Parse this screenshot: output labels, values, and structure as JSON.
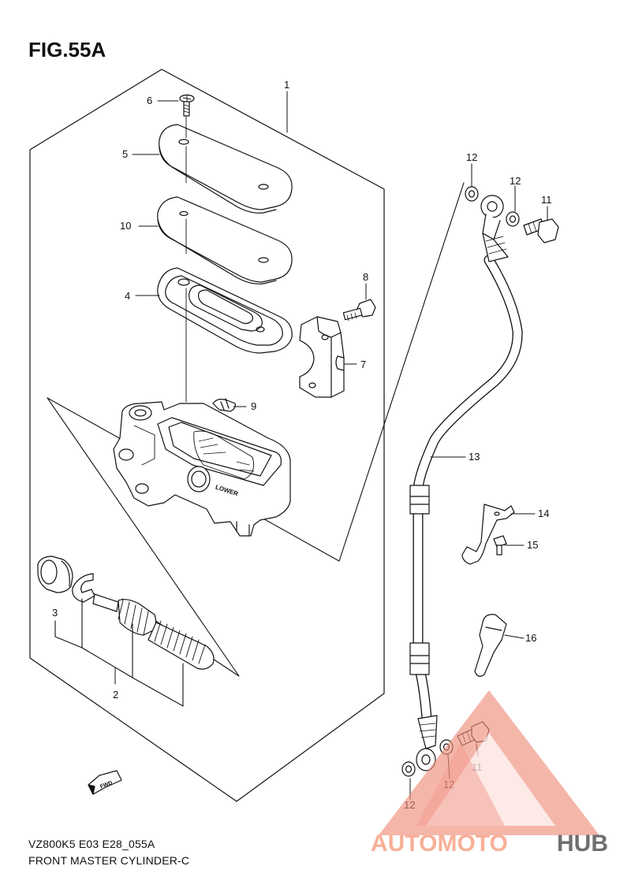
{
  "figure": {
    "title": "FIG.55A",
    "code": "VZ800K5 E03 E28_055A",
    "name": "FRONT MASTER CYLINDER-C"
  },
  "callouts": {
    "c1": "1",
    "c2": "2",
    "c3": "3",
    "c4": "4",
    "c5": "5",
    "c6": "6",
    "c7": "7",
    "c8": "8",
    "c9": "9",
    "c10": "10",
    "c11a": "11",
    "c11b": "11",
    "c12a": "12",
    "c12b": "12",
    "c12c": "12",
    "c12d": "12",
    "c13": "13",
    "c14": "14",
    "c15": "15",
    "c16": "16"
  },
  "stamps": {
    "lower": "LOWER",
    "fwd": "FWD"
  },
  "watermark": {
    "part1": "AUTOMOTO",
    "part2": "HUB",
    "color1": "#f6a385",
    "color2": "#555555"
  }
}
